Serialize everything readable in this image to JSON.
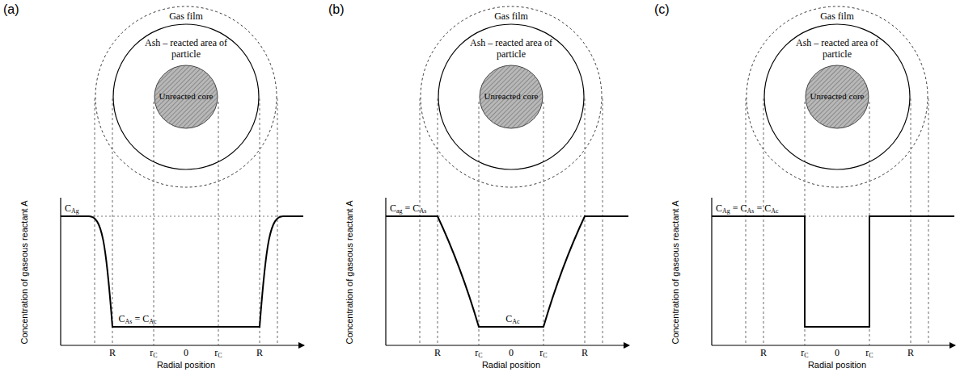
{
  "diagram": {
    "nodes": [
      {
        "text": [
          "Gas film"
        ]
      },
      {
        "text": [
          "Ash – reacted area of particle"
        ],
        "in": 0
      },
      {
        "text": [
          "Unreacted core"
        ],
        "in": 1
      },
      {
        "text": [
          "Gas film"
        ]
      },
      {
        "text": [
          "Ash – reacted area of particle"
        ],
        "in": 3
      },
      {
        "text": [
          "Unreacted core"
        ],
        "in": 4
      },
      {
        "text": [
          "Gas film"
        ]
      },
      {
        "text": [
          "Ash – reacted area of particle"
        ],
        "in": 6
      },
      {
        "text": [
          "Unreacted core"
        ],
        "in": 7
      }
    ],
    "labels": [
      "(a)",
      "Concentration of gaseous reactant A",
      "Radial position",
      "R",
      "rC",
      "0",
      "rC",
      "R",
      "CAg",
      "CAs = CAc",
      "(b)",
      "Concentration of gaseous reactant A",
      "Radial position",
      "R",
      "rC",
      "0",
      "rC",
      "R",
      "Cag = CAs",
      "CAc",
      "(c)",
      "Concentration of gaseous reactant A",
      "Radial position",
      "R",
      "rC",
      "0",
      "rC",
      "R",
      "CAg = CAs = CAc"
    ]
  }
}
